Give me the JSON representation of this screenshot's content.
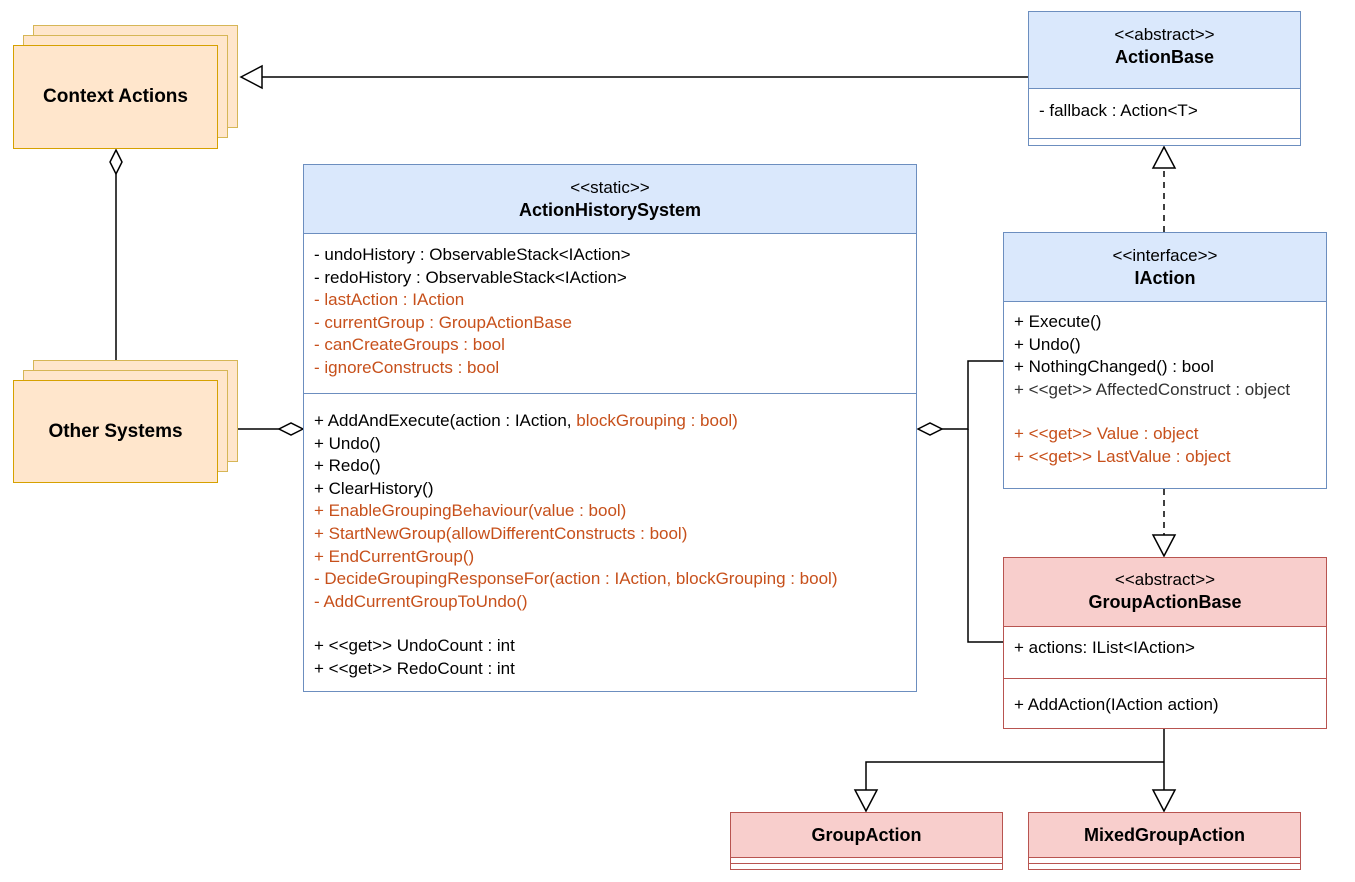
{
  "context_actions": {
    "label": "Context Actions"
  },
  "other_systems": {
    "label": "Other Systems"
  },
  "action_base": {
    "stereotype": "<<abstract>>",
    "name": "ActionBase",
    "fields": [
      "- fallback : Action<T>"
    ]
  },
  "action_history_system": {
    "stereotype": "<<static>>",
    "name": "ActionHistorySystem",
    "fields": [
      "- undoHistory : ObservableStack<IAction>",
      "- redoHistory : ObservableStack<IAction>",
      "- lastAction : IAction",
      "- currentGroup : GroupActionBase",
      "- canCreateGroups : bool",
      "- ignoreConstructs : bool"
    ],
    "methods": {
      "add_and_execute_prefix": "+ AddAndExecute(action : IAction, ",
      "add_and_execute_suffix": "blockGrouping : bool)",
      "undo": "+ Undo()",
      "redo": "+ Redo()",
      "clear_history": "+ ClearHistory()",
      "enable_grouping": "+ EnableGroupingBehaviour(value : bool)",
      "start_new_group": "+ StartNewGroup(allowDifferentConstructs : bool)",
      "end_current_group": "+ EndCurrentGroup()",
      "decide_grouping": "- DecideGroupingResponseFor(action : IAction, blockGrouping : bool)",
      "add_current_group": "- AddCurrentGroupToUndo()",
      "undo_count": "+ <<get>> UndoCount : int",
      "redo_count": "+ <<get>> RedoCount : int"
    }
  },
  "iaction": {
    "stereotype": "<<interface>>",
    "name": "IAction",
    "members": {
      "execute": "+ Execute()",
      "undo": "+ Undo()",
      "nothing_changed": "+ NothingChanged() : bool",
      "affected_prefix": "+ <<get>> ",
      "affected_suffix": "AffectedConstruct : object",
      "value": "+ <<get>> Value : object",
      "last_value": "+ <<get>> LastValue : object"
    }
  },
  "group_action_base": {
    "stereotype": "<<abstract>>",
    "name": "GroupActionBase",
    "fields": [
      "+ actions: IList<IAction>"
    ],
    "methods": [
      "+ AddAction(IAction action)"
    ]
  },
  "group_action": {
    "name": "GroupAction"
  },
  "mixed_group_action": {
    "name": "MixedGroupAction"
  },
  "colors": {
    "class_fill": "#dae8fc",
    "class_border": "#6c8ebf",
    "red_fill": "#f8cecc",
    "red_border": "#b85450",
    "stack_fill": "#ffe6cc",
    "stack_border": "#d6b656",
    "private_text": "#c7501b"
  }
}
